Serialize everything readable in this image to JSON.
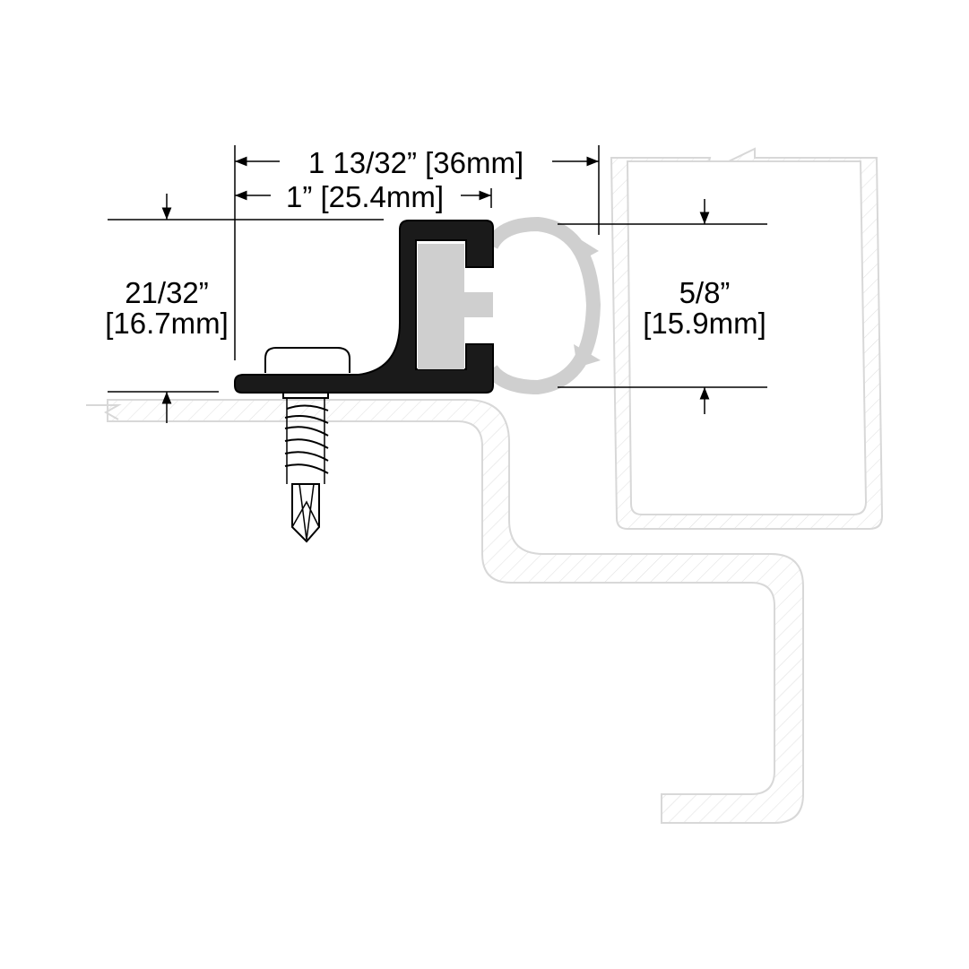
{
  "dimensions": {
    "overall_width": "1 13/32” [36mm]",
    "base_width": "1” [25.4mm]",
    "height_imperial": "21/32”",
    "height_metric": "[16.7mm]",
    "gap_imperial": "5/8”",
    "gap_metric": "[15.9mm]"
  },
  "colors": {
    "ink": "#000000",
    "outline": "#d8d8d8",
    "hatch": "#e2e2e2",
    "seal": "#cfcfcf",
    "profile": "#1a1a1a"
  }
}
